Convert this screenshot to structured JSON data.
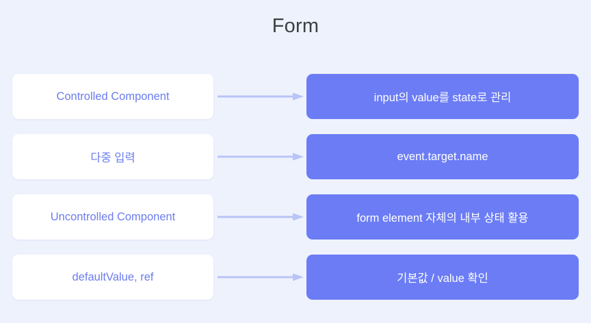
{
  "title": "Form",
  "colors": {
    "background": "#eef2fd",
    "left_box_bg": "#ffffff",
    "left_box_text": "#6b7cf0",
    "right_box_bg": "#6b7cf5",
    "right_box_text": "#ffffff",
    "arrow": "#b9c4f7",
    "title_text": "#3c4043"
  },
  "rows": [
    {
      "left": "Controlled Component",
      "right": "input의 value를 state로 관리",
      "arrow_icon": "arrow-right-icon"
    },
    {
      "left": "다중 입력",
      "right": "event.target.name",
      "arrow_icon": "arrow-right-icon"
    },
    {
      "left": "Uncontrolled Component",
      "right": "form element 자체의 내부 상태 활용",
      "arrow_icon": "arrow-right-icon"
    },
    {
      "left": "defaultValue, ref",
      "right": "기본값 / value 확인",
      "arrow_icon": "arrow-right-icon"
    }
  ]
}
